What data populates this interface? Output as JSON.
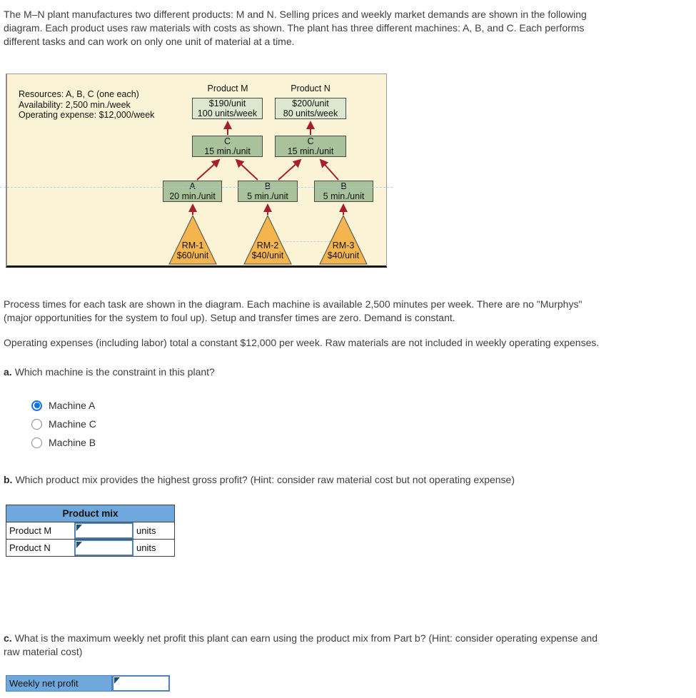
{
  "intro_lines": [
    "The M–N plant manufactures two different products: M and N. Selling prices and weekly market demands are shown in the following",
    "diagram. Each product uses raw materials with costs as shown. The plant has three different machines: A, B, and C. Each performs",
    "different tasks and can work on only one unit of material at a time."
  ],
  "diagram": {
    "info_lines": [
      "Resources: A, B, C (one each)",
      "Availability: 2,500 min./week",
      "Operating expense: $12,000/week"
    ],
    "products": [
      {
        "label": "Product M",
        "price": "$190/unit",
        "demand": "100 units/week"
      },
      {
        "label": "Product N",
        "price": "$200/unit",
        "demand": "80 units/week"
      }
    ],
    "machines": [
      {
        "name": "C",
        "time": "15 min./unit"
      },
      {
        "name": "C",
        "time": "15 min./unit"
      },
      {
        "name": "A",
        "time": "20 min./unit"
      },
      {
        "name": "B",
        "time": "5 min./unit"
      },
      {
        "name": "B",
        "time": "5 min./unit"
      }
    ],
    "raw_materials": [
      {
        "name": "RM-1",
        "cost": "$60/unit"
      },
      {
        "name": "RM-2",
        "cost": "$40/unit"
      },
      {
        "name": "RM-3",
        "cost": "$40/unit"
      }
    ],
    "colors": {
      "background": "#FBF3D6",
      "product_box": "#DBE7CE",
      "machine_box": "#A9C29B",
      "raw_material_triangle": "#F5B54E",
      "arrow": "#A81E2F"
    }
  },
  "paragraphs": {
    "process_lines": [
      "Process times for each task are shown in the diagram. Each machine is available 2,500 minutes per week. There are no \"Murphys\"",
      "(major opportunities for the system to foul up). Setup and transfer times are zero. Demand is constant."
    ],
    "opex": "Operating expenses (including labor) total a constant $12,000 per week. Raw materials are not included in weekly operating expenses."
  },
  "question_a": {
    "prefix": "a.",
    "text": "Which machine is the constraint in this plant?",
    "options": [
      "Machine A",
      "Machine C",
      "Machine B"
    ],
    "selected_index": 0,
    "radio_color": "#0E72E8"
  },
  "question_b": {
    "prefix": "b.",
    "text": "Which product mix provides the highest gross profit? (Hint: consider raw material cost but not operating expense)",
    "table": {
      "header": "Product mix",
      "header_color": "#6FA8DC",
      "input_border_color": "#4F81BD",
      "rows": [
        {
          "product": "Product M",
          "value": "",
          "unit": "units"
        },
        {
          "product": "Product N",
          "value": "",
          "unit": "units"
        }
      ]
    }
  },
  "question_c": {
    "prefix": "c.",
    "lines": [
      "What is the maximum weekly net profit this plant can earn using the product mix from Part b? (Hint: consider operating expense and",
      "raw material cost)"
    ],
    "field_label": "Weekly net profit",
    "value": ""
  }
}
